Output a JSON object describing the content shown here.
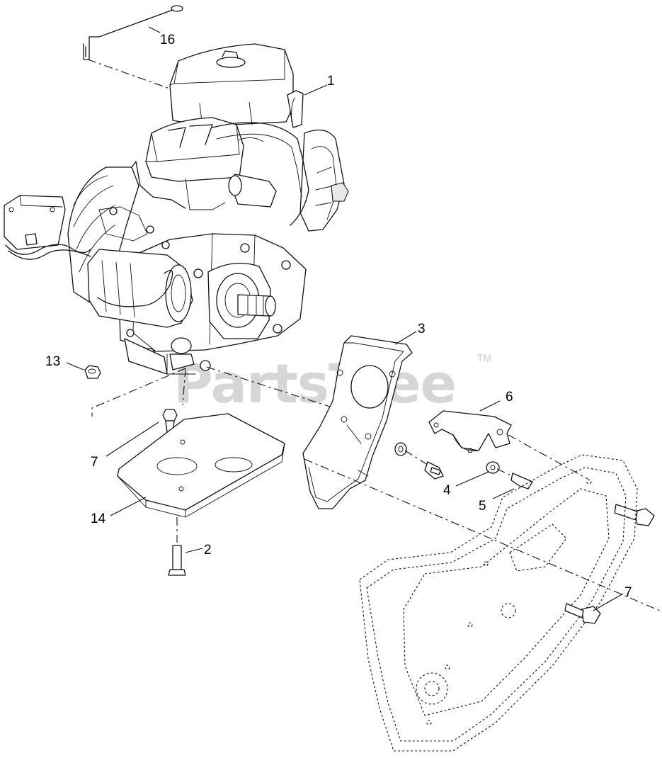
{
  "watermark": {
    "text": "PartsTree",
    "trademark": "TM"
  },
  "callouts": [
    {
      "id": "c16",
      "label": "16"
    },
    {
      "id": "c1",
      "label": "1"
    },
    {
      "id": "c3",
      "label": "3"
    },
    {
      "id": "c13",
      "label": "13"
    },
    {
      "id": "c6",
      "label": "6"
    },
    {
      "id": "c7a",
      "label": "7"
    },
    {
      "id": "c4",
      "label": "4"
    },
    {
      "id": "c5",
      "label": "5"
    },
    {
      "id": "c14",
      "label": "14"
    },
    {
      "id": "c2",
      "label": "2"
    },
    {
      "id": "c7b",
      "label": "7"
    }
  ]
}
